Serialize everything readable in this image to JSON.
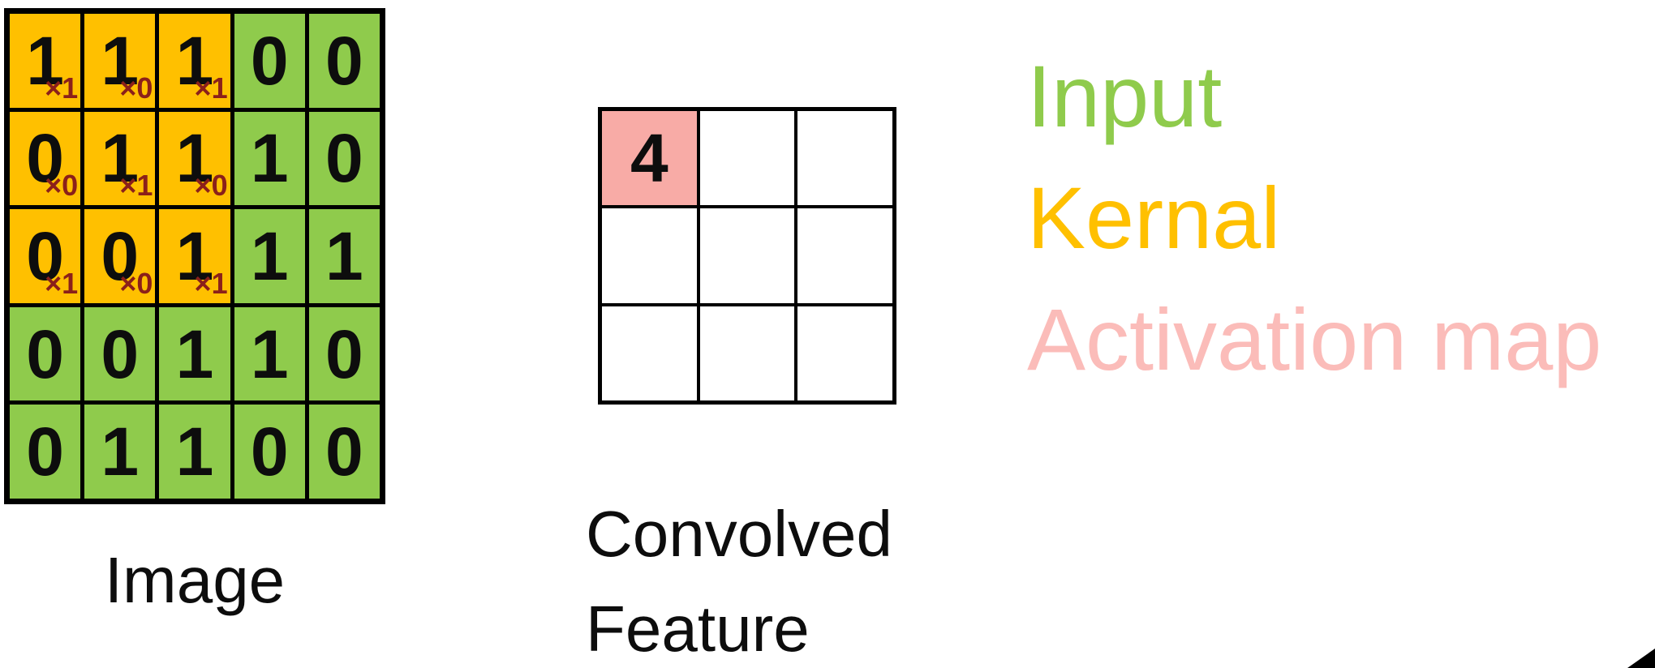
{
  "image_grid": {
    "label": "Image",
    "rows": [
      [
        "1",
        "1",
        "1",
        "0",
        "0"
      ],
      [
        "0",
        "1",
        "1",
        "1",
        "0"
      ],
      [
        "0",
        "0",
        "1",
        "1",
        "1"
      ],
      [
        "0",
        "0",
        "1",
        "1",
        "0"
      ],
      [
        "0",
        "1",
        "1",
        "0",
        "0"
      ]
    ],
    "kernel_overlay": {
      "rows": 3,
      "cols": 3,
      "subscripts": [
        [
          "×1",
          "×0",
          "×1"
        ],
        [
          "×0",
          "×1",
          "×0"
        ],
        [
          "×1",
          "×0",
          "×1"
        ]
      ]
    }
  },
  "convolved_grid": {
    "label_line1": "Convolved",
    "label_line2": "Feature",
    "rows": [
      [
        "4",
        "",
        ""
      ],
      [
        "",
        "",
        ""
      ],
      [
        "",
        "",
        ""
      ]
    ],
    "highlight": {
      "row": 0,
      "col": 0
    }
  },
  "legend": [
    {
      "label": "Input",
      "color": "#8FCB4C"
    },
    {
      "label": "Kernal",
      "color": "#FFC000"
    },
    {
      "label": "Activation map",
      "color": "#FBBCB9"
    }
  ],
  "colors": {
    "input_cell": "#8FCB4C",
    "kernel_cell": "#FFC000",
    "activation_cell": "#F8ABA6",
    "subscript": "#8B201A",
    "grid_line": "#000000"
  }
}
